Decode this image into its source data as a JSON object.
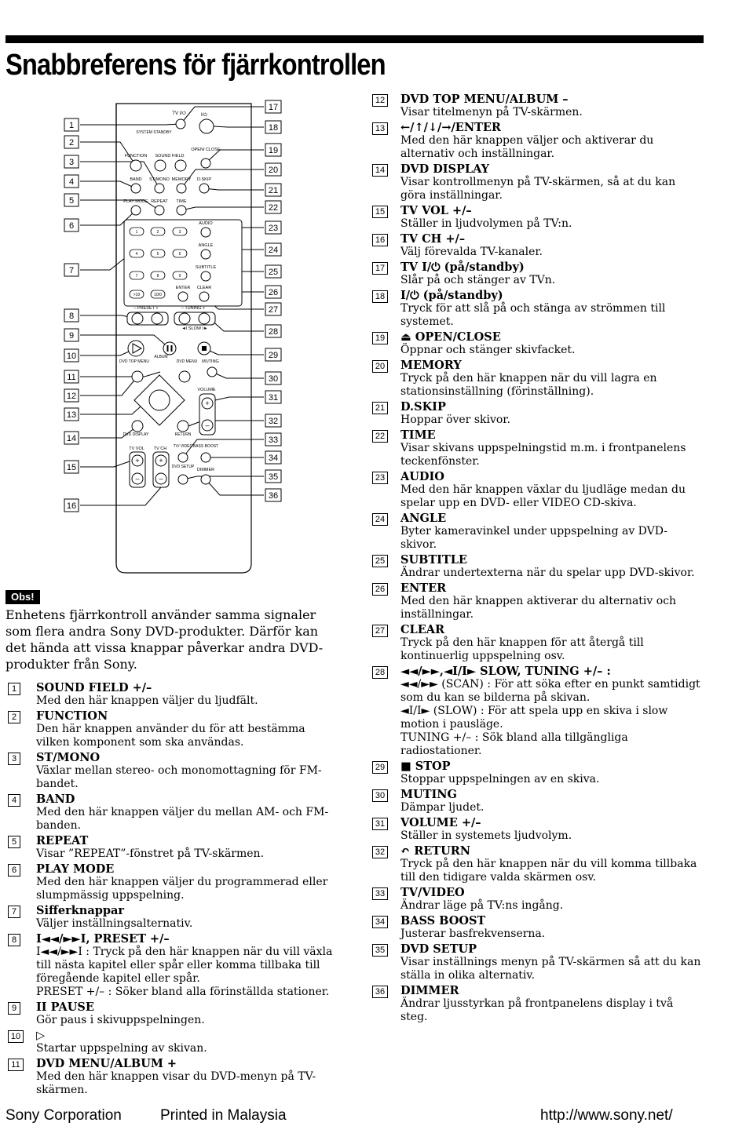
{
  "page": {
    "title": "Snabbreferens för fjärrkontrollen",
    "obs_label": "Obs!",
    "obs_text": "Enhetens fjärrkontroll använder samma signaler som flera andra Sony DVD-produkter. Därför kan det hända att vissa knappar påverkar andra DVD-produkter från Sony.",
    "footer_left": "Sony Corporation",
    "footer_mid": "Printed in Malaysia",
    "footer_right": "http://www.sony.net/"
  },
  "remote": {
    "callouts_left": [
      "1",
      "2",
      "3",
      "4",
      "5",
      "6",
      "7",
      "8",
      "9",
      "10",
      "11",
      "12",
      "13",
      "14",
      "15",
      "16"
    ],
    "callouts_right": [
      "17",
      "18",
      "19",
      "20",
      "21",
      "22",
      "23",
      "24",
      "25",
      "26",
      "27",
      "28",
      "29",
      "30",
      "31",
      "32",
      "33",
      "34",
      "35",
      "36"
    ],
    "labels": {
      "tv_power": "TV I/⏻",
      "power": "I/⏻",
      "system_standby": "SYSTEM STANDBY",
      "function": "FUNCTION",
      "sound_field": "SOUND FIELD",
      "open_close": "OPEN/ CLOSE",
      "band": "BAND",
      "st_mono": "ST/MONO",
      "memory": "MEMORY",
      "d_skip": "D.SKIP",
      "play_mode": "PLAY MODE",
      "repeat": "REPEAT",
      "time": "TIME",
      "audio": "AUDIO",
      "angle": "ANGLE",
      "subtitle": "SUBTITLE",
      "enter": "ENTER",
      "clear": "CLEAR",
      "preset": "– PRESET +",
      "tuning": "– TUNING +",
      "slow": "◄I SLOW I►",
      "dvd_top_menu": "DVD TOP MENU",
      "album": "ALBUM",
      "dvd_menu": "DVD MENU",
      "muting": "MUTING",
      "volume": "VOLUME",
      "dvd_display": "DVD DISPLAY",
      "return": "RETURN",
      "tv_vol": "TV VOL",
      "tv_ch": "TV CH",
      "tv_video": "TV/ VIDEO",
      "bass_boost": "BASS BOOST",
      "dvd_setup": "DVD SETUP",
      "dimmer": "DIMMER",
      "keys": [
        "1",
        "2",
        "3",
        "4",
        "5",
        "6",
        "7",
        "8",
        "9",
        ">10",
        "10/0"
      ]
    }
  },
  "items_left": [
    {
      "num": "1",
      "head": "SOUND FIELD +/–",
      "desc": "Med den här knappen väljer du ljudfält."
    },
    {
      "num": "2",
      "head": "FUNCTION",
      "desc": "Den här knappen använder du för att bestämma vilken komponent som ska användas."
    },
    {
      "num": "3",
      "head": "ST/MONO",
      "desc": "Växlar mellan stereo- och monomottagning för FM-bandet."
    },
    {
      "num": "4",
      "head": "BAND",
      "desc": "Med den här knappen väljer du mellan AM- och FM-banden."
    },
    {
      "num": "5",
      "head": "REPEAT",
      "desc": "Visar ”REPEAT”-fönstret på TV-skärmen."
    },
    {
      "num": "6",
      "head": "PLAY MODE",
      "desc": "Med den här knappen väljer du programmerad eller slumpmässig uppspelning."
    },
    {
      "num": "7",
      "head": "Sifferknappar",
      "desc": "Väljer inställningsalternativ."
    },
    {
      "num": "8",
      "head": "I◄◄/►►I, PRESET +/–",
      "desc": "I◄◄/►►I : Tryck på den här knappen när du vill växla till nästa kapitel eller spår eller komma tillbaka till föregående kapitel eller spår.\nPRESET +/– : Söker bland alla förinställda stationer."
    },
    {
      "num": "9",
      "head": "II PAUSE",
      "desc": "Gör paus i skivuppspelningen."
    },
    {
      "num": "10",
      "head": "▷",
      "desc": "Startar uppspelning av skivan."
    },
    {
      "num": "11",
      "head": "DVD MENU/ALBUM +",
      "desc": "Med den här knappen visar du DVD-menyn på TV-skärmen."
    }
  ],
  "items_right": [
    {
      "num": "12",
      "head": "DVD TOP MENU/ALBUM –",
      "desc": "Visar titelmenyn på TV-skärmen."
    },
    {
      "num": "13",
      "head": "←/↑/↓/→/ENTER",
      "desc": "Med den här knappen väljer och aktiverar du alternativ och inställningar."
    },
    {
      "num": "14",
      "head": "DVD DISPLAY",
      "desc": "Visar kontrollmenyn på TV-skärmen, så at du kan göra inställningar."
    },
    {
      "num": "15",
      "head": "TV VOL +/–",
      "desc": "Ställer in ljudvolymen på TV:n."
    },
    {
      "num": "16",
      "head": "TV CH +/–",
      "desc": "Välj förevalda TV-kanaler."
    },
    {
      "num": "17",
      "head": "TV I/⏻ (på/standby)",
      "desc": "Slår på och stänger av TVn."
    },
    {
      "num": "18",
      "head": "I/⏻ (på/standby)",
      "desc": "Tryck för att slå på och stänga av strömmen till systemet."
    },
    {
      "num": "19",
      "head": "⏏ OPEN/CLOSE",
      "desc": "Öppnar och stänger skivfacket."
    },
    {
      "num": "20",
      "head": "MEMORY",
      "desc": "Tryck på den här knappen när du vill lagra en stationsinställning (förinställning)."
    },
    {
      "num": "21",
      "head": "D.SKIP",
      "desc": "Hoppar över skivor."
    },
    {
      "num": "22",
      "head": "TIME",
      "desc": "Visar skivans uppspelningstid m.m. i frontpanelens teckenfönster."
    },
    {
      "num": "23",
      "head": "AUDIO",
      "desc": "Med den här knappen växlar du ljudläge medan du spelar upp en DVD- eller VIDEO CD-skiva."
    },
    {
      "num": "24",
      "head": "ANGLE",
      "desc": "Byter kameravinkel under uppspelning av DVD-skivor."
    },
    {
      "num": "25",
      "head": "SUBTITLE",
      "desc": "Ändrar undertexterna när du spelar upp DVD-skivor."
    },
    {
      "num": "26",
      "head": "ENTER",
      "desc": "Med den här knappen aktiverar du alternativ och inställningar."
    },
    {
      "num": "27",
      "head": "CLEAR",
      "desc": "Tryck på den här knappen för att återgå till kontinuerlig uppspelning osv."
    },
    {
      "num": "28",
      "head": "◄◄/►►,◄I/I► SLOW, TUNING +/– :",
      "desc": "◄◄/►► (SCAN) : För att söka efter en punkt samtidigt som du kan se bilderna på skivan.\n◄I/I► (SLOW) : För att spela upp en skiva i slow motion i pausläge.\nTUNING +/– : Sök bland alla tillgängliga radiostationer."
    },
    {
      "num": "29",
      "head": "■ STOP",
      "desc": "Stoppar uppspelningen av en skiva."
    },
    {
      "num": "30",
      "head": "MUTING",
      "desc": "Dämpar ljudet."
    },
    {
      "num": "31",
      "head": "VOLUME +/–",
      "desc": "Ställer in systemets ljudvolym."
    },
    {
      "num": "32",
      "head": "↶ RETURN",
      "desc": "Tryck på den här knappen när du vill komma tillbaka till den tidigare valda skärmen osv."
    },
    {
      "num": "33",
      "head": "TV/VIDEO",
      "desc": "Ändrar läge på TV:ns ingång."
    },
    {
      "num": "34",
      "head": "BASS BOOST",
      "desc": "Justerar basfrekvenserna."
    },
    {
      "num": "35",
      "head": "DVD SETUP",
      "desc": "Visar inställnings menyn på TV-skärmen så att du kan ställa in olika alternativ."
    },
    {
      "num": "36",
      "head": "DIMMER",
      "desc": "Ändrar ljusstyrkan på frontpanelens display i två steg."
    }
  ]
}
